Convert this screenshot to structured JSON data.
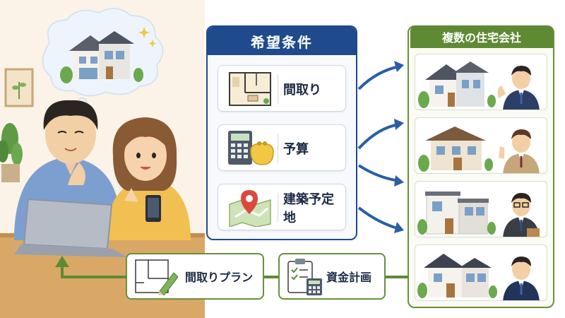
{
  "requirements": {
    "title": "希望条件",
    "items": [
      {
        "label": "間取り",
        "icon": "floor-plan-icon"
      },
      {
        "label": "予算",
        "icon": "calculator-wallet-icon"
      },
      {
        "label": "建築予定地",
        "icon": "map-pin-icon"
      }
    ]
  },
  "companies": {
    "title": "複数の住宅会社",
    "count": 4
  },
  "outputs": [
    {
      "label": "間取りプラン",
      "icon": "floor-plan-pencil-icon"
    },
    {
      "label": "資金計画",
      "icon": "clipboard-calculator-icon"
    }
  ],
  "colors": {
    "requirements_accent": "#1f4a8c",
    "companies_accent": "#5f8a34",
    "flow_arrow_blue": "#2a5ea8",
    "return_arrow_green": "#5f8a34"
  }
}
